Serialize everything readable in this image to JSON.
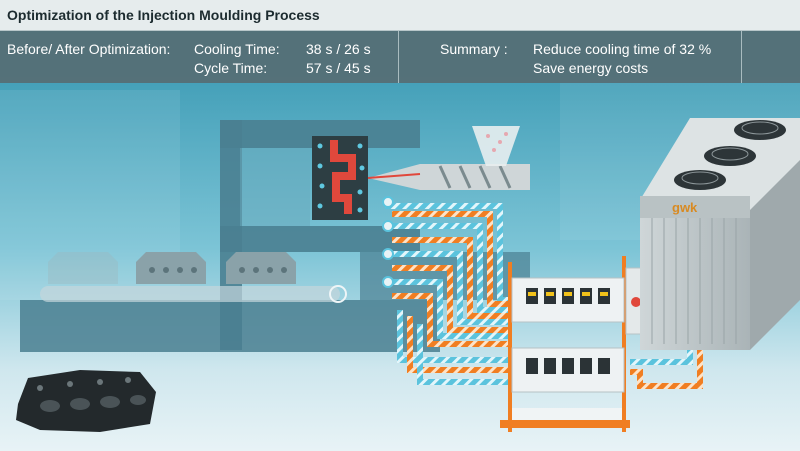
{
  "header": {
    "title": "Optimization of the Injection Moulding Process"
  },
  "info": {
    "label": "Before/ After Optimization:",
    "metrics": [
      {
        "name": "Cooling Time:",
        "value": "38 s / 26 s"
      },
      {
        "name": "Cycle Time:",
        "value": "57 s / 45 s"
      }
    ],
    "summary_label": "Summary :",
    "summary_lines": [
      "Reduce cooling time of 32 %",
      "Save energy costs"
    ]
  },
  "illustration": {
    "chiller_brand": "gwk",
    "colors": {
      "background_top": "#2a8fab",
      "background_bottom": "#e4f0f3",
      "machine": "#4a7f91",
      "mould_red": "#e0483c",
      "hose_orange": "#f07e22",
      "hose_blue": "#5bc3dd",
      "chiller": "#c3ccce",
      "part_dark": "#23292c"
    }
  }
}
